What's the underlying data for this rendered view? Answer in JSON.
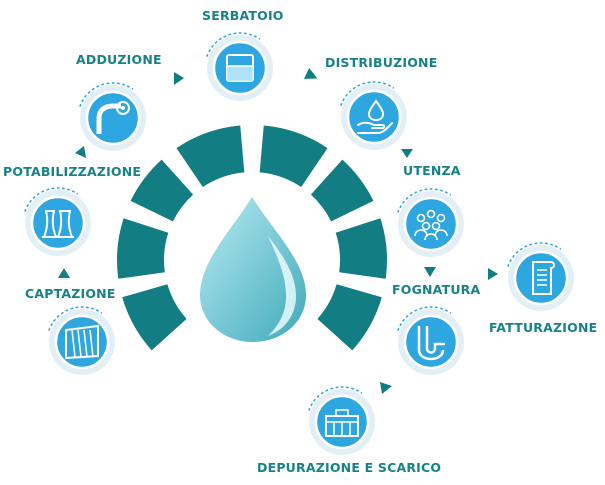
{
  "colors": {
    "ring": "#137d84",
    "label": "#17828a",
    "node_fill": "#2ea6df",
    "node_halo": "#e3eff7",
    "arrow": "#137d84",
    "drop_light": "#a6e2ea",
    "drop_dark": "#4fb8c7"
  },
  "stages": [
    {
      "id": "serbatoio",
      "label": "SERBATOIO",
      "icon": "water-tank-icon"
    },
    {
      "id": "distribuzione",
      "label": "DISTRIBUZIONE",
      "icon": "hand-water-drop-icon"
    },
    {
      "id": "utenza",
      "label": "UTENZA",
      "icon": "people-group-icon"
    },
    {
      "id": "fognatura",
      "label": "FOGNATURA",
      "icon": "drain-pipe-icon"
    },
    {
      "id": "fatturazione",
      "label": "FATTURAZIONE",
      "icon": "invoice-receipt-icon"
    },
    {
      "id": "depurazione",
      "label": "DEPURAZIONE E SCARICO",
      "icon": "treatment-plant-icon"
    },
    {
      "id": "captazione",
      "label": "CAPTAZIONE",
      "icon": "dam-icon"
    },
    {
      "id": "potabilizzazione",
      "label": "POTABILIZZAZIONE",
      "icon": "cooling-tower-icon"
    },
    {
      "id": "adduzione",
      "label": "ADDUZIONE",
      "icon": "pipe-valve-icon"
    }
  ],
  "center_icon": "water-drop-icon"
}
